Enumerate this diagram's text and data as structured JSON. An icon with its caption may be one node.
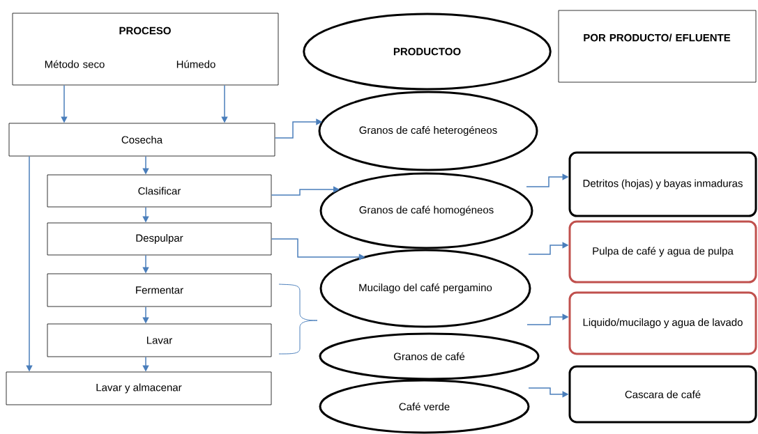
{
  "diagram": {
    "nodes": [
      {
        "text": [
          "PROCESO",
          "Método seco",
          "Húmedo"
        ]
      },
      {
        "text": [
          "Cosecha"
        ]
      },
      {
        "text": [
          "Clasificar"
        ]
      },
      {
        "text": [
          "Despulpar"
        ]
      },
      {
        "text": [
          "Fermentar"
        ]
      },
      {
        "text": [
          "Lavar"
        ]
      },
      {
        "text": [
          "Lavar y almacenar"
        ]
      },
      {
        "text": [
          "PRODUCTOO"
        ]
      },
      {
        "text": [
          "Granos de café heterogéneos"
        ]
      },
      {
        "text": [
          "Granos de café homogéneos"
        ]
      },
      {
        "text": [
          "Mucilago del café pergamino"
        ]
      },
      {
        "text": [
          "Granos de café"
        ]
      },
      {
        "text": [
          "Café verde"
        ]
      },
      {
        "text": [
          "POR PRODUCTO/ EFLUENTE"
        ]
      },
      {
        "text": [
          "Detritos (hojas) y bayas inmaduras"
        ]
      },
      {
        "text": [
          "Pulpa de café y agua de pulpa"
        ]
      },
      {
        "text": [
          "Liquido/mucilago y agua de lavado"
        ]
      },
      {
        "text": [
          "Cascara de café"
        ]
      }
    ],
    "edges": [
      {
        "from": 0,
        "to": 1,
        "arrow": "to"
      },
      {
        "from": 0,
        "to": 1,
        "arrow": "to"
      },
      {
        "from": 1,
        "to": 2,
        "arrow": "to"
      },
      {
        "from": 2,
        "to": 3,
        "arrow": "to"
      },
      {
        "from": 3,
        "to": 4,
        "arrow": "to"
      },
      {
        "from": 4,
        "to": 5,
        "arrow": "to"
      },
      {
        "from": 5,
        "to": 6,
        "arrow": "to"
      },
      {
        "from": 1,
        "to": 6,
        "arrow": "to"
      },
      {
        "from": 1,
        "to": 8,
        "arrow": "to"
      },
      {
        "from": 2,
        "to": 9,
        "arrow": "to"
      },
      {
        "from": 3,
        "to": 10,
        "arrow": "to"
      },
      {
        "from": null,
        "to": 14,
        "arrow": "to"
      },
      {
        "from": null,
        "to": 15,
        "arrow": "to"
      },
      {
        "from": null,
        "to": 16,
        "arrow": "to"
      },
      {
        "from": null,
        "to": 17,
        "arrow": "to"
      }
    ]
  }
}
